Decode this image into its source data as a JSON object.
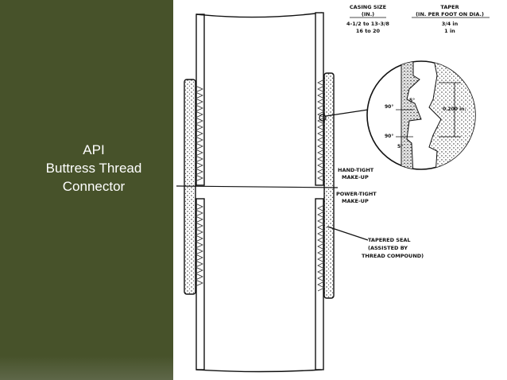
{
  "title": {
    "line1": "API",
    "line2": "Buttress Thread",
    "line3": "Connector"
  },
  "colors": {
    "panel": "#47522a",
    "panel_band": "#5e6748",
    "title_text": "#ffffff"
  },
  "table": {
    "col1_header": "CASING SIZE",
    "col1_unit": "(IN.)",
    "col2_header": "TAPER",
    "col2_unit": "(IN. PER FOOT ON DIA.)",
    "rows": [
      {
        "size": "4-1/2 to 13-3/8",
        "taper": "3/4 in"
      },
      {
        "size": "16 to 20",
        "taper": "1 in"
      }
    ]
  },
  "detail": {
    "angle_top": "5°",
    "angle_mid": "90°",
    "angle_low": "90°",
    "angle_bottom": "5°",
    "pitch": "0.200 in."
  },
  "annotations": {
    "hand_tight": {
      "line1": "HAND-TIGHT",
      "line2": "MAKE-UP"
    },
    "power_tight": {
      "line1": "POWER-TIGHT",
      "line2": "MAKE-UP"
    },
    "seal": {
      "line1": "TAPERED SEAL",
      "line2": "(ASSISTED BY",
      "line3": "THREAD COMPOUND)"
    }
  }
}
